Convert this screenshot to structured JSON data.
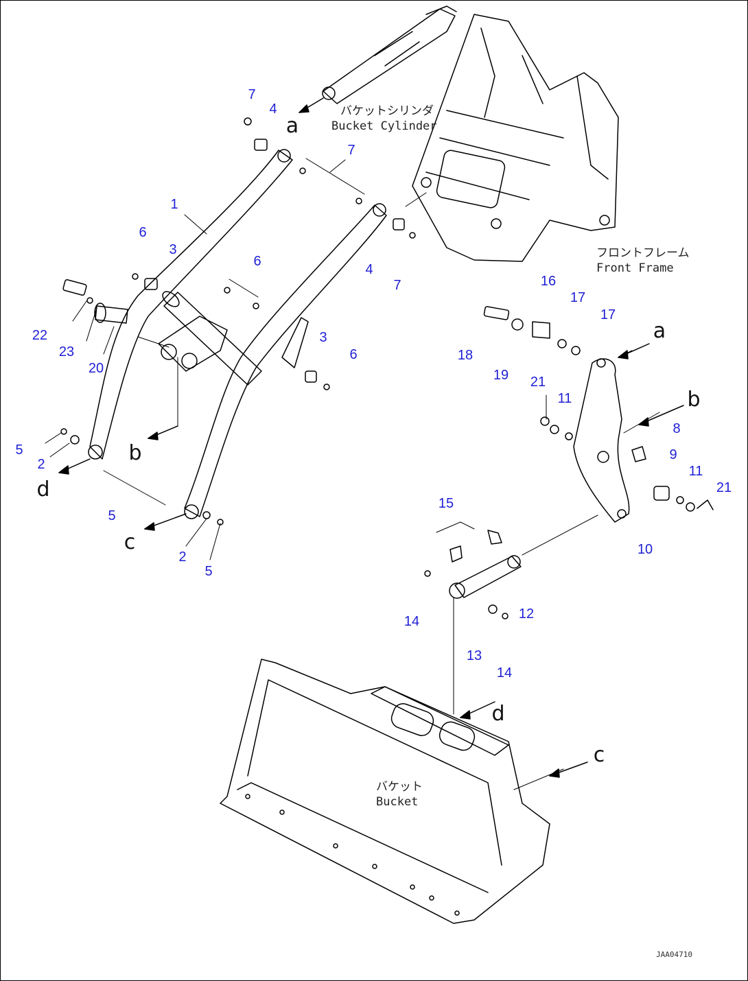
{
  "captions": {
    "bucket_cylinder_jp": "バケットシリンダ",
    "bucket_cylinder_en": "Bucket Cylinder",
    "front_frame_jp": "フロントフレーム",
    "front_frame_en": "Front Frame",
    "bucket_jp": "バケット",
    "bucket_en": "Bucket"
  },
  "figure_number": "JAA04710",
  "callouts": [
    "7",
    "4",
    "7",
    "1",
    "6",
    "3",
    "6",
    "4",
    "7",
    "22",
    "23",
    "20",
    "3",
    "6",
    "5",
    "2",
    "5",
    "2",
    "5",
    "16",
    "17",
    "17",
    "18",
    "19",
    "21",
    "11",
    "8",
    "9",
    "11",
    "21",
    "10",
    "15",
    "14",
    "12",
    "13",
    "14"
  ],
  "refs": [
    "a",
    "b",
    "c",
    "d",
    "a",
    "b",
    "c",
    "d"
  ],
  "colors": {
    "callout": "#1f1fd6",
    "line": "#000000"
  }
}
